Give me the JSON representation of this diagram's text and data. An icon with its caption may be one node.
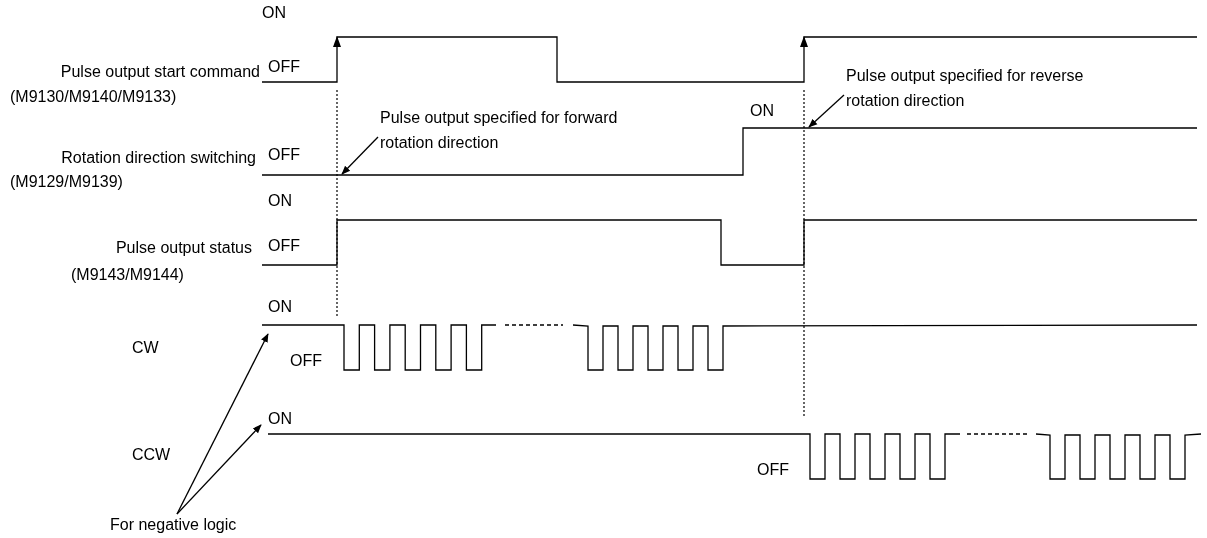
{
  "diagram": {
    "nodes": [
      {
        "text": [
          "Pulse output specified for forward rotation direction"
        ]
      },
      {
        "text": [
          "Pulse output specified for reverse rotation direction"
        ]
      },
      {
        "text": [
          "For negative logic"
        ]
      },
      {
        "text": [],
        "shape": "picture"
      },
      {
        "text": [],
        "shape": "picture"
      },
      {
        "text": [],
        "shape": "picture"
      }
    ],
    "edges": [
      {
        "from": 0,
        "to": 3,
        "arrow": "to"
      },
      {
        "from": 1,
        "to": 3,
        "arrow": "to"
      },
      {
        "from": 2,
        "to": 4,
        "arrow": "to"
      },
      {
        "from": 2,
        "to": 5,
        "arrow": "to"
      }
    ],
    "labels": [
      "ON",
      "Pulse output start command",
      "OFF",
      "(M9130/M9140/M9133)",
      "ON",
      "Rotation direction switching",
      "OFF",
      "(M9129/M9139)",
      "ON",
      "Pulse output status",
      "OFF",
      "(M9143/M9144)",
      "ON",
      "CW",
      "OFF",
      "ON",
      "CCW",
      "OFF"
    ]
  }
}
